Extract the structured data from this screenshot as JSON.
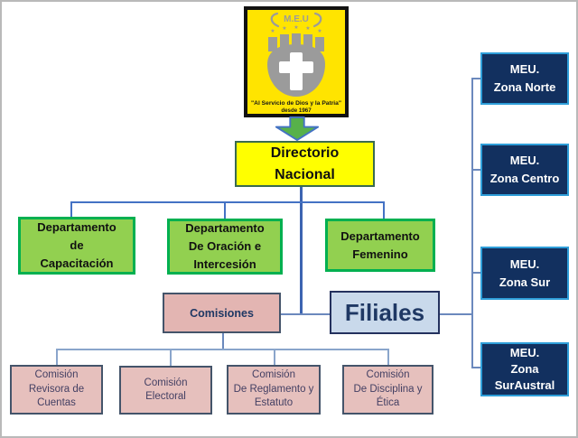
{
  "logo": {
    "acronym": "M.E.U",
    "star_glyph": "★",
    "motto_line1": "\"Al Servicio de Dios y la Patria\"",
    "motto_line2": "desde 1967"
  },
  "root": {
    "line1": "Directorio",
    "line2": "Nacional"
  },
  "departments": [
    {
      "lines": [
        "Departamento",
        "de",
        "Capacitación"
      ]
    },
    {
      "lines": [
        "Departamento",
        "De Oración e",
        "Intercesión"
      ]
    },
    {
      "lines": [
        "Departamento",
        "Femenino"
      ]
    }
  ],
  "comisiones_label": "Comisiones",
  "filiales_label": "Filiales",
  "commissions": [
    {
      "lines": [
        "Comisión",
        "Revisora de",
        "Cuentas"
      ]
    },
    {
      "lines": [
        "Comisión",
        "Electoral"
      ]
    },
    {
      "lines": [
        "Comisión",
        "De Reglamento y",
        "Estatuto"
      ]
    },
    {
      "lines": [
        "Comisión",
        "De Disciplina y",
        "Ética"
      ]
    }
  ],
  "zones": [
    {
      "lines": [
        "MEU.",
        "Zona Norte"
      ]
    },
    {
      "lines": [
        "MEU.",
        "Zona Centro"
      ]
    },
    {
      "lines": [
        "MEU.",
        "Zona Sur"
      ]
    },
    {
      "lines": [
        "MEU.",
        "Zona",
        "SurAustral"
      ]
    }
  ],
  "colors": {
    "logo_bg": "#FFE400",
    "logo_gray": "#9B9B9B",
    "root_fill": "#FFFF00",
    "root_border": "#3A6B50",
    "department_fill": "#92D050",
    "department_border": "#00B050",
    "commission_fill": "#E6C0BD",
    "commission_border": "#44546A",
    "filiales_fill": "#C9D9EB",
    "navy_text": "#1F3864",
    "zone_fill": "#12305F",
    "zone_border": "#2E9ED9",
    "connector_blue": "#4472C4",
    "connector_steel": "#6B89BD",
    "arrow_fill": "#57B14A",
    "arrow_border": "#4472C4"
  }
}
